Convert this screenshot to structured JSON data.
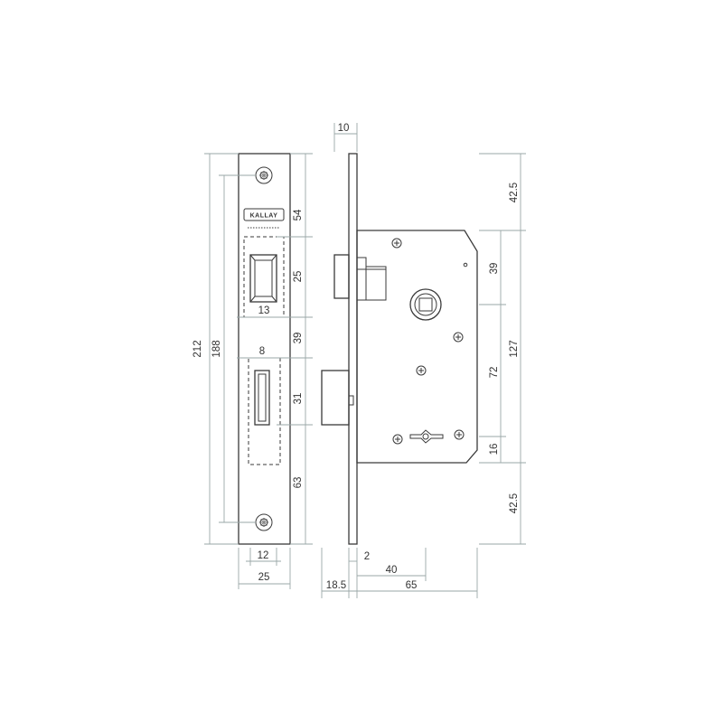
{
  "brand": {
    "logo_text": "KALLAY",
    "tagline": ""
  },
  "faceplate_dims": {
    "overall_height": "212",
    "hole_spacing": "188",
    "top_to_latch": "54",
    "latch_height": "25",
    "latch_width": "13",
    "latch_to_bolt": "39",
    "bolt_width": "8",
    "bolt_height": "31",
    "bolt_to_bottom": "63",
    "opening_width": "12",
    "plate_width": "25"
  },
  "body_dims": {
    "plate_thickness": "10",
    "top_offset": "42.5",
    "spindle_from_top": "39",
    "case_height": "127",
    "spindle_to_key": "72",
    "key_to_bottom": "16",
    "bottom_offset": "42.5",
    "forend_gap": "2",
    "backset": "40",
    "bolt_throw": "18.5",
    "case_depth": "65"
  }
}
